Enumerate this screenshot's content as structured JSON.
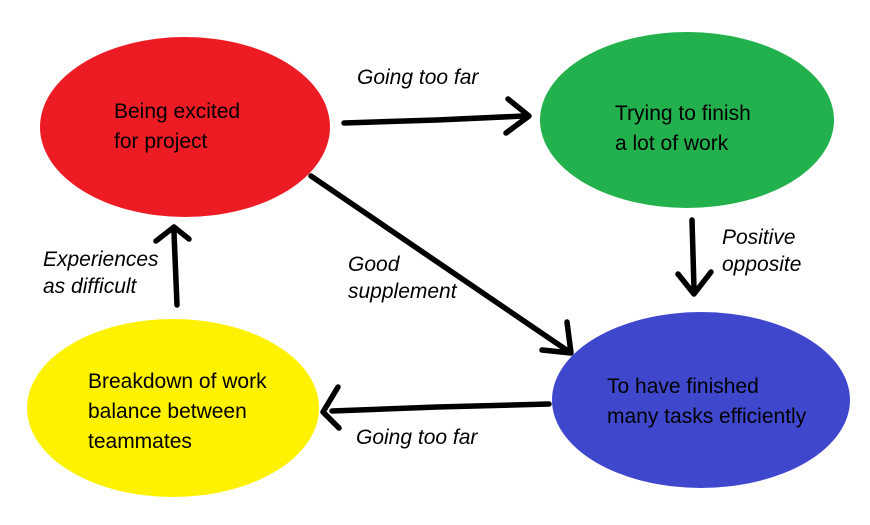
{
  "diagram": {
    "background_color": "#ffffff",
    "arrow_color": "#000000",
    "text_color": "#000000"
  },
  "nodes": {
    "excited": {
      "label": "Being excited\nfor project",
      "color": "#ed1c24"
    },
    "trying": {
      "label": "Trying to finish\na lot of work",
      "color": "#22b14c"
    },
    "finished": {
      "label": "To have finished\nmany tasks efficiently",
      "color": "#3f48cc"
    },
    "breakdown": {
      "label": "Breakdown of work\nbalance between\nteammates",
      "color": "#fff200"
    }
  },
  "edges": {
    "going_too_far_top": {
      "from": "excited",
      "to": "trying",
      "label": "Going too far"
    },
    "positive_opposite": {
      "from": "trying",
      "to": "finished",
      "label": "Positive\nopposite"
    },
    "good_supplement": {
      "from": "excited",
      "to": "finished",
      "label": "Good\nsupplement"
    },
    "going_too_far_bottom": {
      "from": "finished",
      "to": "breakdown",
      "label": "Going too far"
    },
    "experiences_as_difficult": {
      "from": "breakdown",
      "to": "excited",
      "label": "Experiences\nas difficult"
    }
  }
}
